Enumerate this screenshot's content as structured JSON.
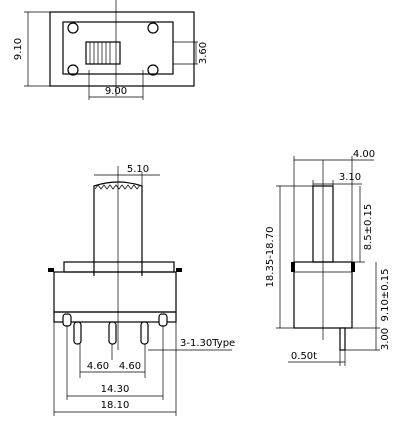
{
  "dimensions": {
    "top_height": "9.10",
    "top_slider_height": "3.60",
    "top_width": "9.00",
    "lever_width": "5.10",
    "pin_pitch_left": "4.60",
    "pin_pitch_right": "4.60",
    "pin_span": "14.30",
    "body_width": "18.10",
    "pin_note": "3-1.30Type",
    "side_overall": "4.00",
    "side_lever": "3.10",
    "side_total_height": "18.35-18.70",
    "side_lever_height": "8.5±0.15",
    "side_body_height": "9.10±0.15",
    "side_pin_length": "3.00",
    "side_pin_thickness": "0.50t"
  }
}
